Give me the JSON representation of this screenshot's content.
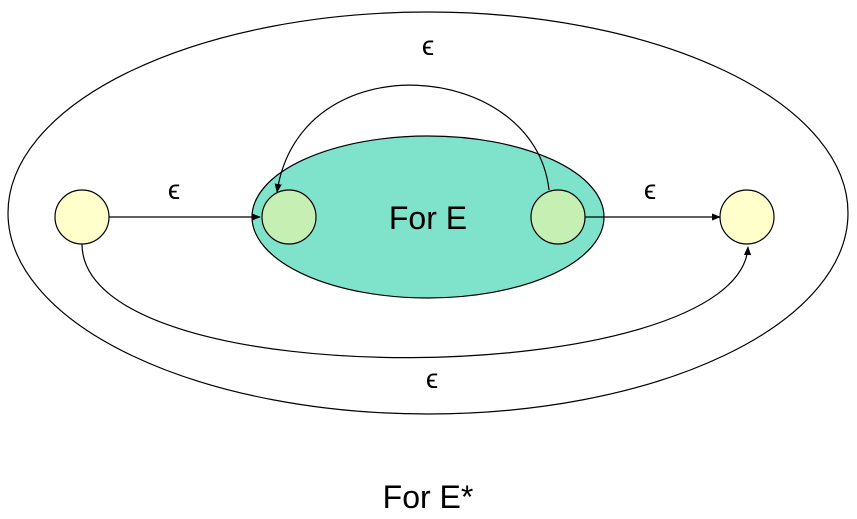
{
  "diagram": {
    "inner_label": "For E",
    "caption": "For E*",
    "edge_labels": {
      "start_to_inner": "ϵ",
      "loop_back": "ϵ",
      "inner_to_final": "ϵ",
      "skip": "ϵ"
    },
    "colors": {
      "outer_stroke": "#000000",
      "inner_fill": "#7fe3cc",
      "inner_state_fill": "#c5efb3",
      "outer_state_fill": "#ffffcc"
    }
  }
}
